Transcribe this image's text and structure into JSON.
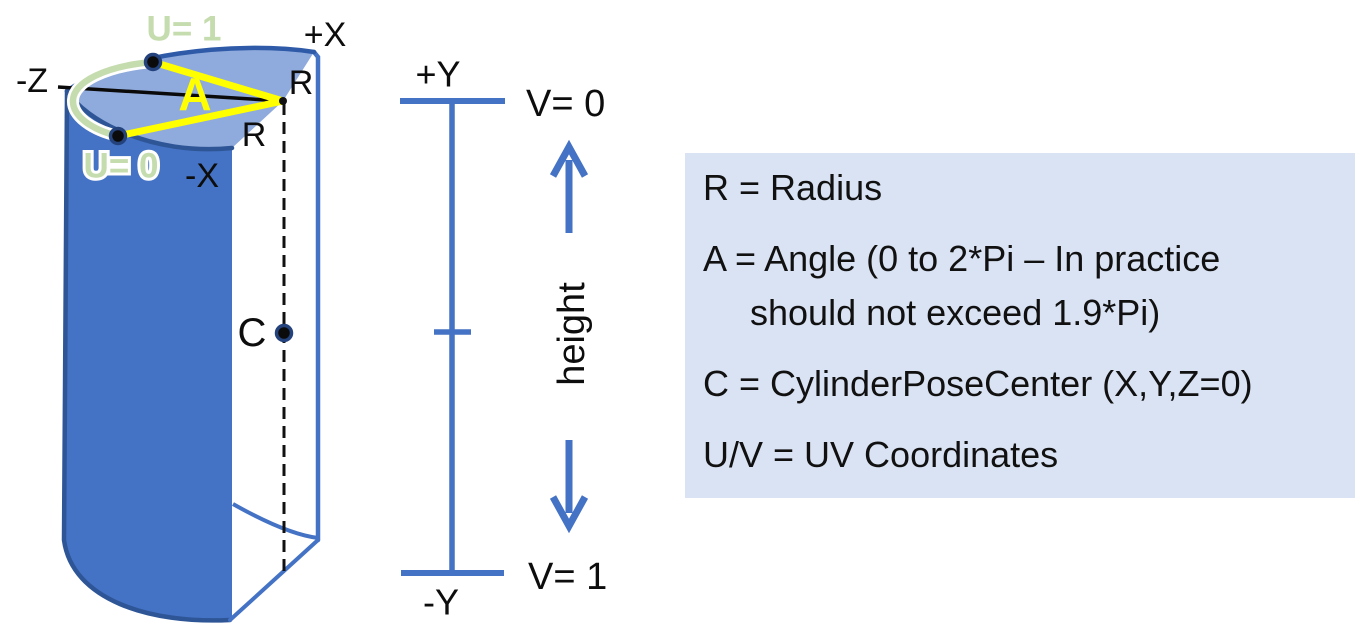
{
  "diagram": {
    "labels": {
      "u1": "U= 1",
      "u0": "U= 0",
      "plus_x": "+X",
      "minus_x": "-X",
      "minus_z": "-Z",
      "radius_top": "R",
      "radius_front": "R",
      "angle": "A",
      "center": "C"
    },
    "colors": {
      "body_blue": "#4472c4",
      "top_face_blue": "#8faadc",
      "outline_dark_blue": "#2e5596",
      "uv_seam_green": "#c5dcae",
      "angle_yellow": "#ffff00",
      "axis_blue": "#4472c4",
      "legend_background": "#dae3f3",
      "dot_ring_navy": "#24427c",
      "text_black": "#0d0d0d"
    }
  },
  "height_axis": {
    "labels": {
      "plus_y": "+Y",
      "minus_y": "-Y",
      "v0": "V= 0",
      "v1": "V= 1",
      "height": "height"
    }
  },
  "legend": {
    "items": [
      {
        "text": "R = Radius"
      },
      {
        "text": "A = Angle (0 to 2*Pi – In practice",
        "text2": "should not exceed 1.9*Pi)"
      },
      {
        "text": "C = CylinderPoseCenter (X,Y,Z=0)"
      },
      {
        "text": "U/V = UV Coordinates"
      }
    ]
  }
}
